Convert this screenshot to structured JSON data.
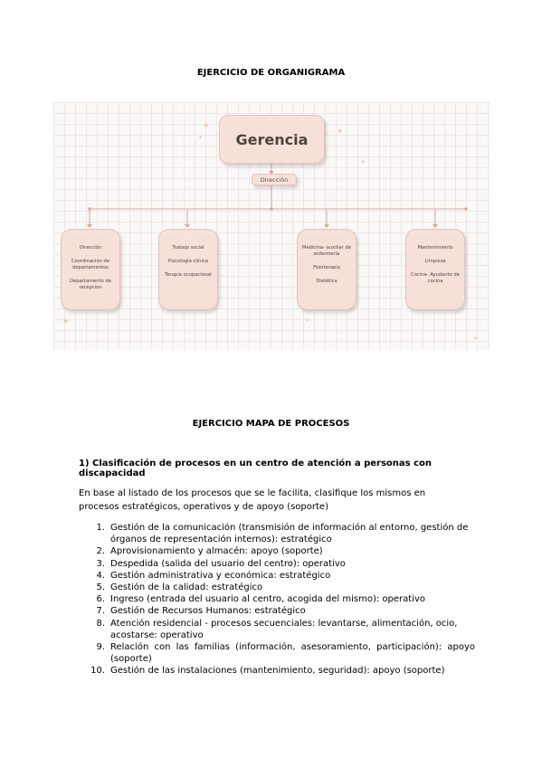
{
  "org_title": "EJERCICIO DE ORGANIGRAMA",
  "org_chart": {
    "top": "Gerencia",
    "second": "Dirección",
    "departments": [
      {
        "title": "ADMINISTRACIÓN",
        "items": [
          "Dirección",
          "Coordinación de departamentos",
          "Departamento de recepción"
        ]
      },
      {
        "title": "APOYO SOCIAL Y SALUD MENTAL",
        "items": [
          "Trabajo social",
          "Psicología clínica",
          "Terapia ocupacional"
        ]
      },
      {
        "title": "ATENCIÓN SANITARIA",
        "items": [
          "Medicina- auxiliar de enfermería",
          "Fisioterapia",
          "Dietética"
        ]
      },
      {
        "title": "SERVICIOS GENERALES",
        "items": [
          "Mantenimiento",
          "Limpieza",
          "Cocina- Ayudante de cocina"
        ]
      }
    ],
    "colors": {
      "box_fill": "#f6e0d8",
      "connector": "#d7a79b",
      "grid": "#ece6e3"
    }
  },
  "process_title": "EJERCICIO MAPA DE PROCESOS",
  "question_heading": "1) Clasificación de procesos en un centro de atención a personas con discapacidad",
  "intro": "En base al listado de los procesos que se le facilita, clasifique los mismos en procesos estratégicos, operativos y de apoyo (soporte)",
  "processes": [
    {
      "num": "1.",
      "text": "Gestión de la comunicación (transmisión de información al entorno, gestión de órganos de representación internos): estratégico"
    },
    {
      "num": "2.",
      "text": "Aprovisionamiento y almacén: apoyo (soporte)"
    },
    {
      "num": "3.",
      "text": "Despedida (salida del usuario del centro): operativo"
    },
    {
      "num": "4.",
      "text": "Gestión administrativa y económica: estratégico"
    },
    {
      "num": "5.",
      "text": "Gestión de la calidad: estratégico"
    },
    {
      "num": "6.",
      "text": "Ingreso (entrada del usuario al centro, acogida del mismo): operativo"
    },
    {
      "num": "7.",
      "text": "Gestión de Recursos Humanos: estratégico"
    },
    {
      "num": "8.",
      "text": "Atención residencial - procesos secuenciales: levantarse, alimentación, ocio, acostarse: operativo"
    },
    {
      "num": "9.",
      "text": "Relación con las familias (información, asesoramiento, participación): apoyo (soporte)"
    },
    {
      "num": "10.",
      "text": "Gestión de las instalaciones (mantenimiento, seguridad): apoyo (soporte)"
    }
  ]
}
